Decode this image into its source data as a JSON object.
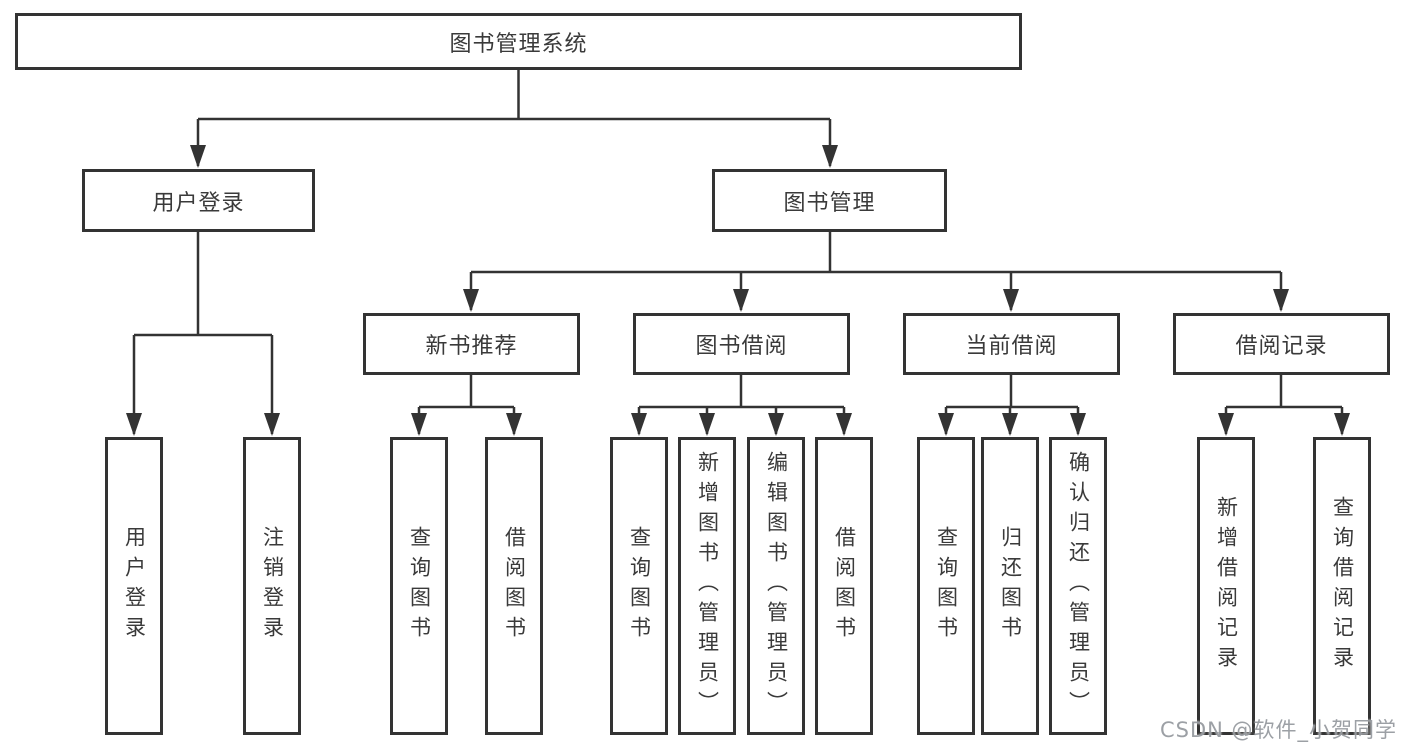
{
  "root": {
    "label": "图书管理系统"
  },
  "level2": {
    "user_login": {
      "label": "用户登录"
    },
    "book_mgmt": {
      "label": "图书管理"
    }
  },
  "level3": {
    "new_books": {
      "label": "新书推荐"
    },
    "book_borrow": {
      "label": "图书借阅"
    },
    "current_borrow": {
      "label": "当前借阅"
    },
    "borrow_records": {
      "label": "借阅记录"
    }
  },
  "leaves": {
    "user_login": [
      "用户登录",
      "注销登录"
    ],
    "new_books": [
      "查询图书",
      "借阅图书"
    ],
    "book_borrow": [
      "查询图书",
      "新增图书（管理员）",
      "编辑图书（管理员）",
      "借阅图书"
    ],
    "current_borrow": [
      "查询图书",
      "归还图书",
      "确认归还（管理员）"
    ],
    "borrow_records": [
      "新增借阅记录",
      "查询借阅记录"
    ]
  },
  "watermark": "CSDN @软件_小贺同学",
  "colors": {
    "line": "#333333",
    "border": "#333333",
    "text": "#3a3a3a",
    "watermark": "#9196a0",
    "background": "#ffffff"
  }
}
